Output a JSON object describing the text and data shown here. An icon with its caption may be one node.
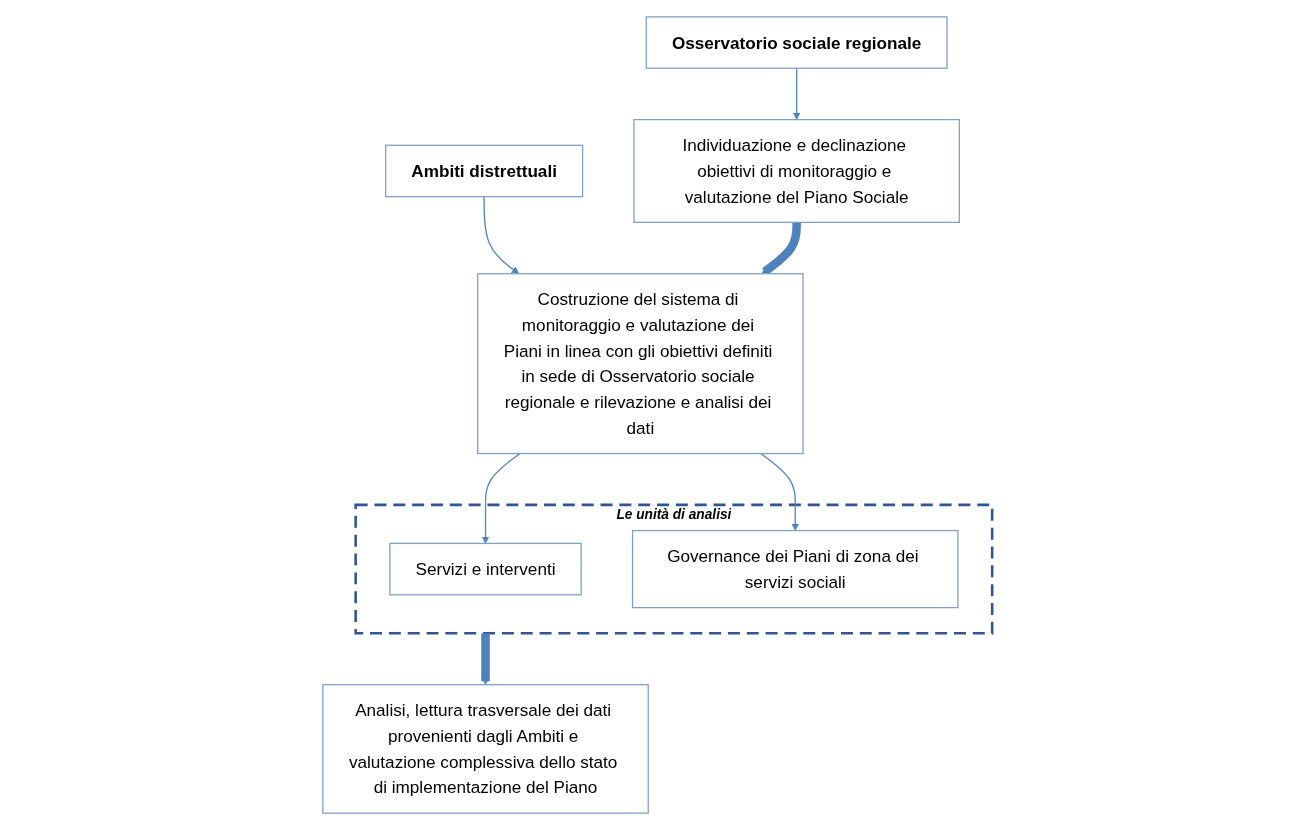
{
  "diagram": {
    "nodes": [
      {
        "text": [
          "Osservatorio sociale regionale"
        ]
      },
      {
        "text": [
          "Individuazione e declinazione obiettivi di monitoraggio e valutazione del Piano Sociale"
        ]
      },
      {
        "text": [
          "Ambiti distrettuali"
        ]
      },
      {
        "text": [
          "Costruzione del sistema di monitoraggio e valutazione dei Piani in linea con gli obiettivi definiti in sede di Osservatorio sociale regionale e rilevazione e analisi dei dati"
        ]
      },
      {
        "text": [
          "Le unità di analisi"
        ]
      },
      {
        "text": [
          "Servizi e interventi"
        ],
        "in": 4
      },
      {
        "text": [
          "Governance dei Piani di zona dei servizi sociali"
        ],
        "in": 4
      },
      {
        "text": [
          "Analisi, lettura trasversale dei dati provenienti dagli Ambiti e valutazione complessiva dello stato di implementazione del Piano"
        ]
      }
    ],
    "edges": [
      {
        "from": 0,
        "to": 1,
        "arrow": "to"
      },
      {
        "from": 2,
        "to": 3,
        "arrow": "to"
      },
      {
        "from": 3,
        "to": 5,
        "arrow": "to"
      },
      {
        "from": 3,
        "to": 6,
        "arrow": "to"
      },
      {
        "from": 1,
        "to": 3,
        "arrow": "to",
        "style": "thick",
        "color": "#4f81bd"
      },
      {
        "from": 4,
        "to": 7,
        "arrow": "to",
        "style": "thick",
        "color": "#4f81bd"
      }
    ]
  }
}
